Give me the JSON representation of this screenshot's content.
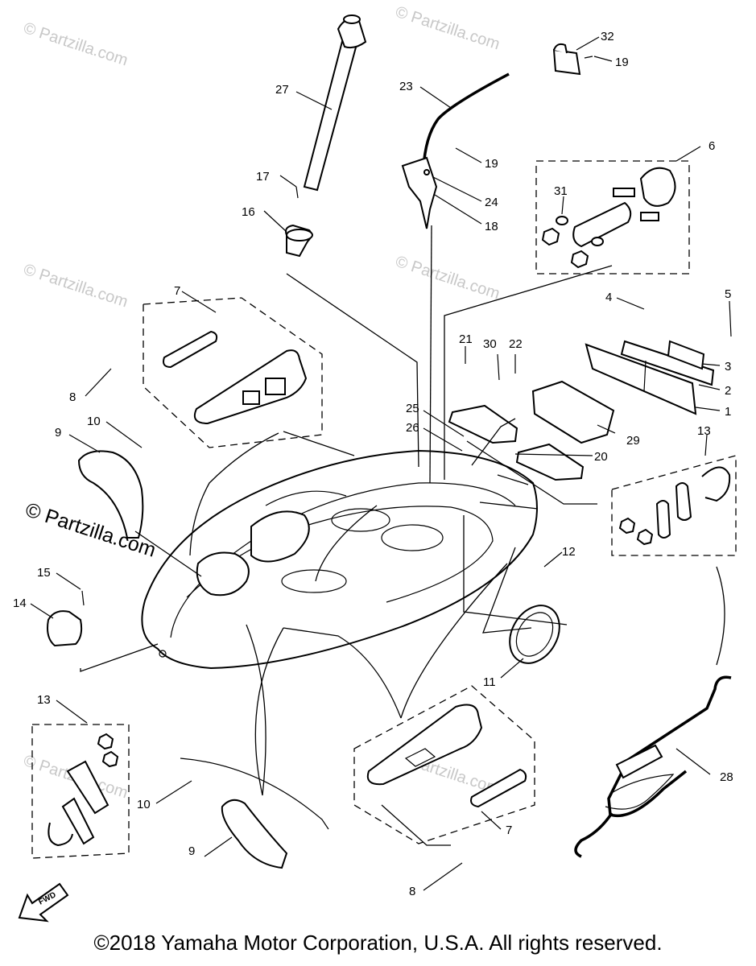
{
  "watermark_small": "© Partzilla.com",
  "watermark_large": "© Partzilla.com",
  "fwd_label": "FWD",
  "copyright": "©2018  Yamaha Motor Corporation, U.S.A. All rights reserved.",
  "callouts": {
    "c32": "32",
    "c19a": "19",
    "c27": "27",
    "c23": "23",
    "c19b": "19",
    "c6": "6",
    "c17": "17",
    "c24": "24",
    "c31": "31",
    "c16": "16",
    "c18": "18",
    "c7a": "7",
    "c4": "4",
    "c5": "5",
    "c21": "21",
    "c30": "30",
    "c22": "22",
    "c3": "3",
    "c8a": "8",
    "c2": "2",
    "c25": "25",
    "c1": "1",
    "c10a": "10",
    "c26": "26",
    "c9a": "9",
    "c29": "29",
    "c20": "20",
    "c13a": "13",
    "c12": "12",
    "c15": "15",
    "c14": "14",
    "c11": "11",
    "c13b": "13",
    "c28": "28",
    "c10b": "10",
    "c7b": "7",
    "c9b": "9",
    "c8b": "8"
  }
}
